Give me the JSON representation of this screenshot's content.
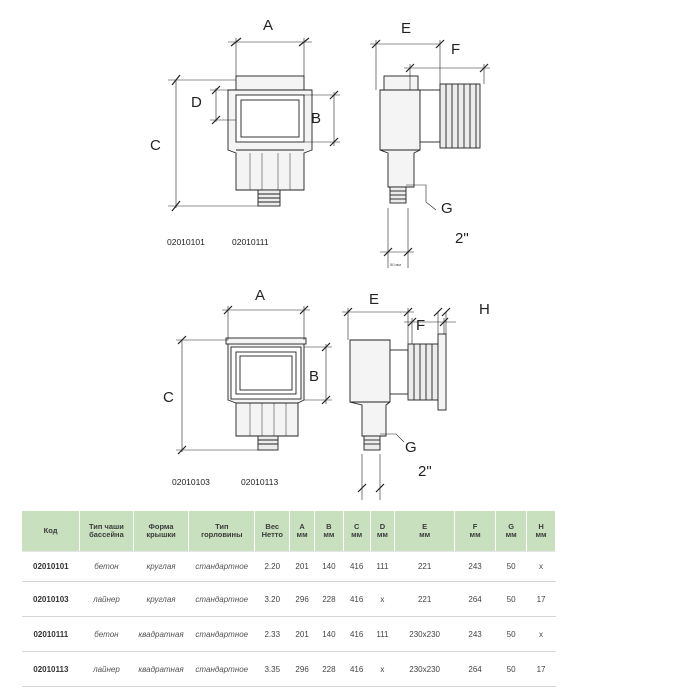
{
  "diagram_top": {
    "dims": {
      "A": "A",
      "B": "B",
      "C": "C",
      "D": "D",
      "E": "E",
      "F": "F",
      "G": "G",
      "pipe": "2\""
    },
    "captions": [
      "02010101",
      "02010111"
    ],
    "tiny_dim": "50 мм"
  },
  "diagram_bottom": {
    "dims": {
      "A": "A",
      "B": "B",
      "C": "C",
      "E": "E",
      "F": "F",
      "G": "G",
      "H": "H",
      "pipe": "2\""
    },
    "captions": [
      "02010103",
      "02010113"
    ]
  },
  "table": {
    "headers": [
      [
        "Код",
        ""
      ],
      [
        "Тип чаши",
        "бассейна"
      ],
      [
        "Форма",
        "крышки"
      ],
      [
        "Тип",
        "горловины"
      ],
      [
        "Вес",
        "Нетто"
      ],
      [
        "A",
        "мм"
      ],
      [
        "B",
        "мм"
      ],
      [
        "C",
        "мм"
      ],
      [
        "D",
        "мм"
      ],
      [
        "E",
        "мм"
      ],
      [
        "F",
        "мм"
      ],
      [
        "G",
        "мм"
      ],
      [
        "H",
        "мм"
      ]
    ],
    "rows": [
      [
        "02010101",
        "бетон",
        "круглая",
        "стандартное",
        "2.20",
        "201",
        "140",
        "416",
        "111",
        "221",
        "243",
        "50",
        "x"
      ],
      [
        "02010103",
        "лайнер",
        "круглая",
        "стандартное",
        "3.20",
        "296",
        "228",
        "416",
        "x",
        "221",
        "264",
        "50",
        "17"
      ],
      [
        "02010111",
        "бетон",
        "квадратная",
        "стандартное",
        "2.33",
        "201",
        "140",
        "416",
        "111",
        "230x230",
        "243",
        "50",
        "x"
      ],
      [
        "02010113",
        "лайнер",
        "квадратная",
        "стандартное",
        "3.35",
        "296",
        "228",
        "416",
        "x",
        "230x230",
        "264",
        "50",
        "17"
      ]
    ]
  }
}
